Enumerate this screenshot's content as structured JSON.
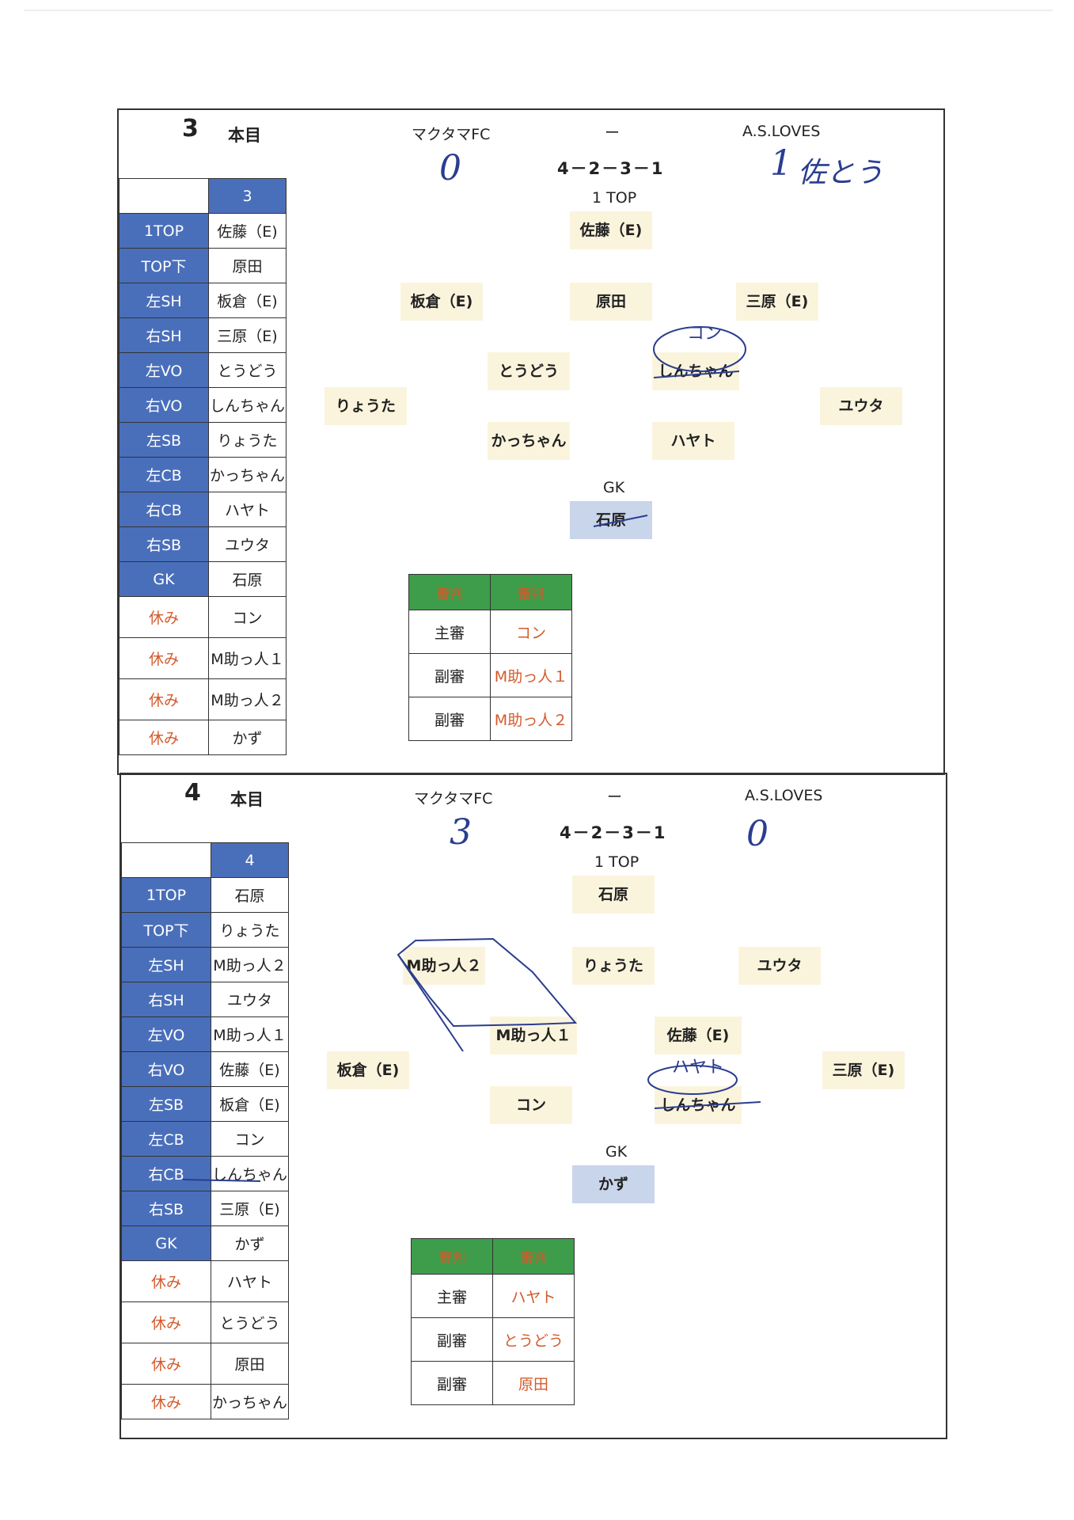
{
  "sheets": [
    {
      "match_no": "3",
      "honme": "本目",
      "home_team": "マクタマFC",
      "dash": "ー",
      "away_team": "A.S.LOVES",
      "home_score": "0",
      "away_score": "1",
      "away_note": "佐とう",
      "formation": "4－2－3－1",
      "top_label": "1 TOP",
      "roster_header": "3",
      "roster": [
        {
          "pos": "1TOP",
          "name": "佐藤（E)"
        },
        {
          "pos": "TOP下",
          "name": "原田"
        },
        {
          "pos": "左SH",
          "name": "板倉（E)"
        },
        {
          "pos": "右SH",
          "name": "三原（E)"
        },
        {
          "pos": "左VO",
          "name": "とうどう"
        },
        {
          "pos": "右VO",
          "name": "しんちゃん"
        },
        {
          "pos": "左SB",
          "name": "りょうた"
        },
        {
          "pos": "左CB",
          "name": "かっちゃん"
        },
        {
          "pos": "右CB",
          "name": "ハヤト"
        },
        {
          "pos": "右SB",
          "name": "ユウタ"
        },
        {
          "pos": "GK",
          "name": "石原"
        }
      ],
      "rest": [
        {
          "label": "休み",
          "name": "コン"
        },
        {
          "label": "休み",
          "name": "M助っ人１"
        },
        {
          "label": "休み",
          "name": "M助っ人２"
        },
        {
          "label": "休み",
          "name": "かず"
        }
      ],
      "pitch": {
        "top": "佐藤（E)",
        "lsh": "板倉（E)",
        "tops": "原田",
        "rsh": "三原（E)",
        "lvo": "とうどう",
        "rvo": "しんちゃん",
        "rvo_note": "コン",
        "lsb": "りょうた",
        "rsb": "ユウタ",
        "lcb": "かっちゃん",
        "rcb": "ハヤト",
        "gk_label": "GK",
        "gk": "石原"
      },
      "referee": {
        "header": [
          "審判",
          "審判"
        ],
        "rows": [
          {
            "role": "主審",
            "name": "コン"
          },
          {
            "role": "副審",
            "name": "M助っ人１"
          },
          {
            "role": "副審",
            "name": "M助っ人２"
          }
        ]
      }
    },
    {
      "match_no": "4",
      "honme": "本目",
      "home_team": "マクタマFC",
      "dash": "ー",
      "away_team": "A.S.LOVES",
      "home_score": "3",
      "away_score": "0",
      "formation": "4－2－3－1",
      "top_label": "1 TOP",
      "roster_header": "4",
      "roster": [
        {
          "pos": "1TOP",
          "name": "石原"
        },
        {
          "pos": "TOP下",
          "name": "りょうた"
        },
        {
          "pos": "左SH",
          "name": "M助っ人２"
        },
        {
          "pos": "右SH",
          "name": "ユウタ"
        },
        {
          "pos": "左VO",
          "name": "M助っ人１"
        },
        {
          "pos": "右VO",
          "name": "佐藤（E)"
        },
        {
          "pos": "左SB",
          "name": "板倉（E)"
        },
        {
          "pos": "左CB",
          "name": "コン"
        },
        {
          "pos": "右CB",
          "name": "しんちゃん"
        },
        {
          "pos": "右SB",
          "name": "三原（E)"
        },
        {
          "pos": "GK",
          "name": "かず"
        }
      ],
      "rest": [
        {
          "label": "休み",
          "name": "ハヤト"
        },
        {
          "label": "休み",
          "name": "とうどう"
        },
        {
          "label": "休み",
          "name": "原田"
        },
        {
          "label": "休み",
          "name": "かっちゃん"
        }
      ],
      "pitch": {
        "top": "石原",
        "lsh": "M助っ人２",
        "tops": "りょうた",
        "rsh": "ユウタ",
        "lvo": "M助っ人１",
        "rvo": "佐藤（E)",
        "lsb": "板倉（E)",
        "rsb": "三原（E)",
        "lcb": "コン",
        "rcb": "しんちゃん",
        "rcb_note": "ハヤト",
        "gk_label": "GK",
        "gk": "かず"
      },
      "referee": {
        "header": [
          "審判",
          "審判"
        ],
        "rows": [
          {
            "role": "主審",
            "name": "ハヤト"
          },
          {
            "role": "副審",
            "name": "とうどう"
          },
          {
            "role": "副審",
            "name": "原田"
          }
        ]
      }
    }
  ]
}
